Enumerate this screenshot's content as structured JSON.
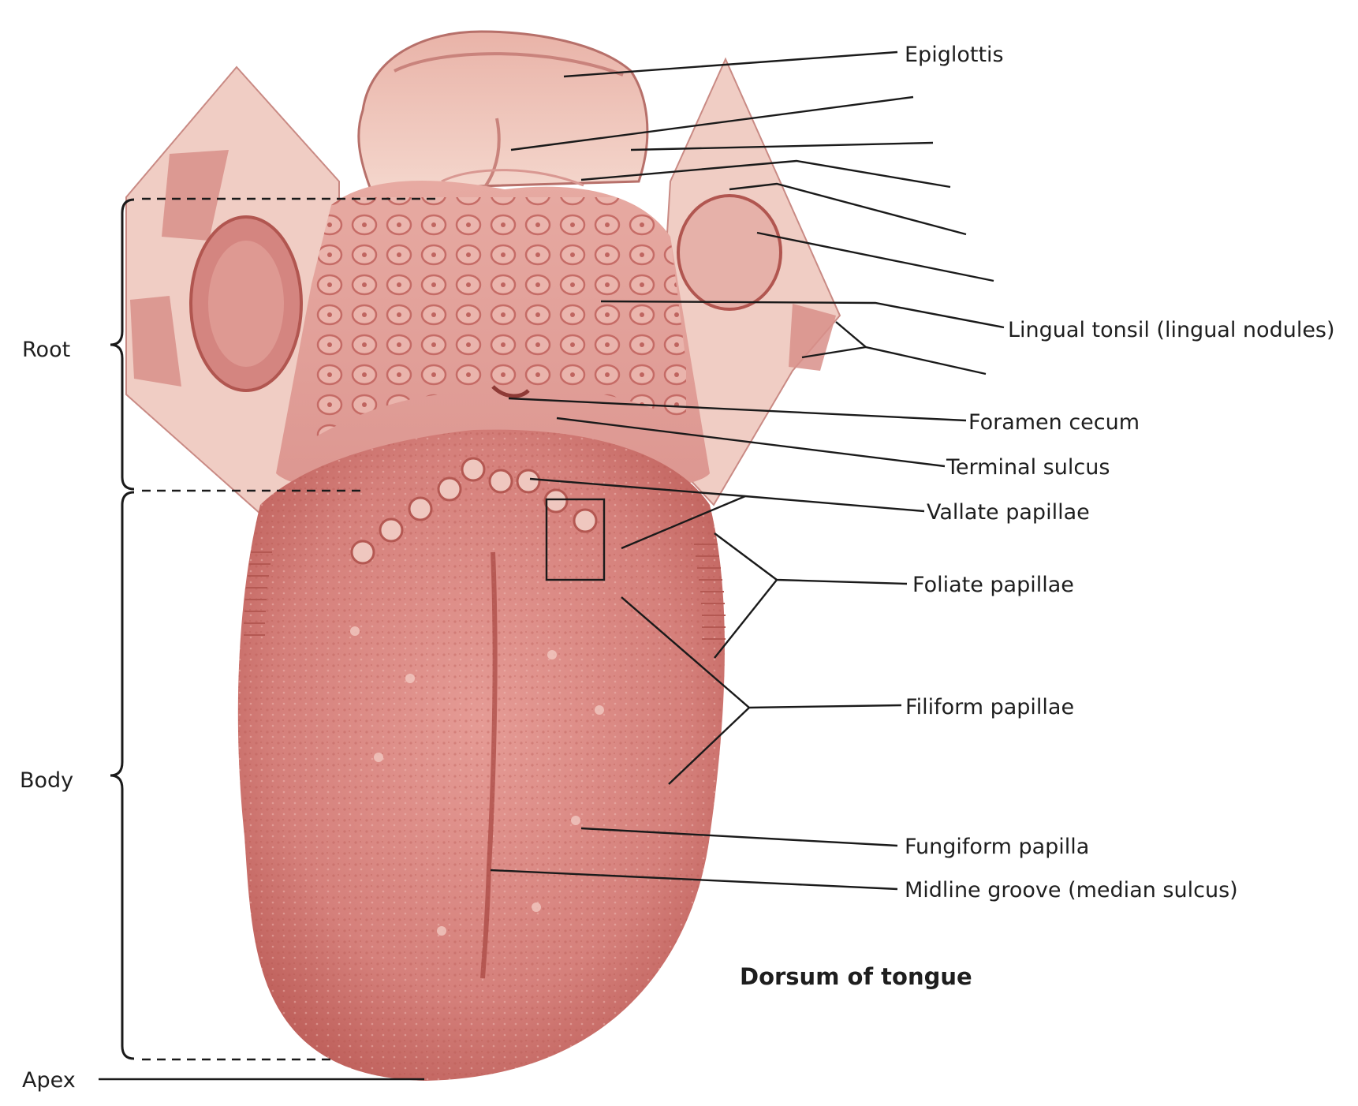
{
  "figure": {
    "title": "Dorsum of tongue",
    "colors": {
      "tongue_base": "#d98a86",
      "tongue_dark": "#c2605c",
      "tongue_light": "#efc2bb",
      "mucosa": "#f3d8d0",
      "line": "#1a1a1a"
    }
  },
  "regions": {
    "root": "Root",
    "body": "Body",
    "apex": "Apex"
  },
  "labels": {
    "epiglottis": "Epiglottis",
    "lingual_tonsil": "Lingual tonsil (lingual nodules)",
    "foramen_cecum": "Foramen cecum",
    "terminal_sulcus": "Terminal sulcus",
    "vallate_papillae": "Vallate papillae",
    "foliate_papillae": "Foliate papillae",
    "filiform_papillae": "Filiform papillae",
    "fungiform_papilla": "Fungiform papilla",
    "midline_groove": "Midline groove (median sulcus)"
  }
}
